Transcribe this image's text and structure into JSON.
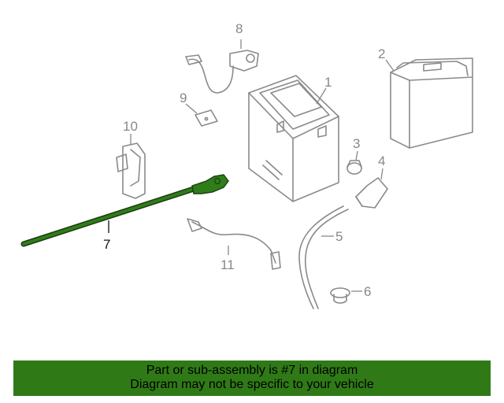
{
  "callouts": {
    "c1": "1",
    "c2": "2",
    "c3": "3",
    "c4": "4",
    "c5": "5",
    "c6": "6",
    "c7": "7",
    "c8": "8",
    "c9": "9",
    "c10": "10",
    "c11": "11"
  },
  "highlight_callout": "7",
  "colors": {
    "highlight_part": "#2e7d1a",
    "banner_bg": "#2f7a17",
    "linework": "#8a8a8a"
  },
  "banner": {
    "line1": "Part or sub-assembly is #7 in diagram",
    "line2": "Diagram may not be specific to your vehicle"
  }
}
